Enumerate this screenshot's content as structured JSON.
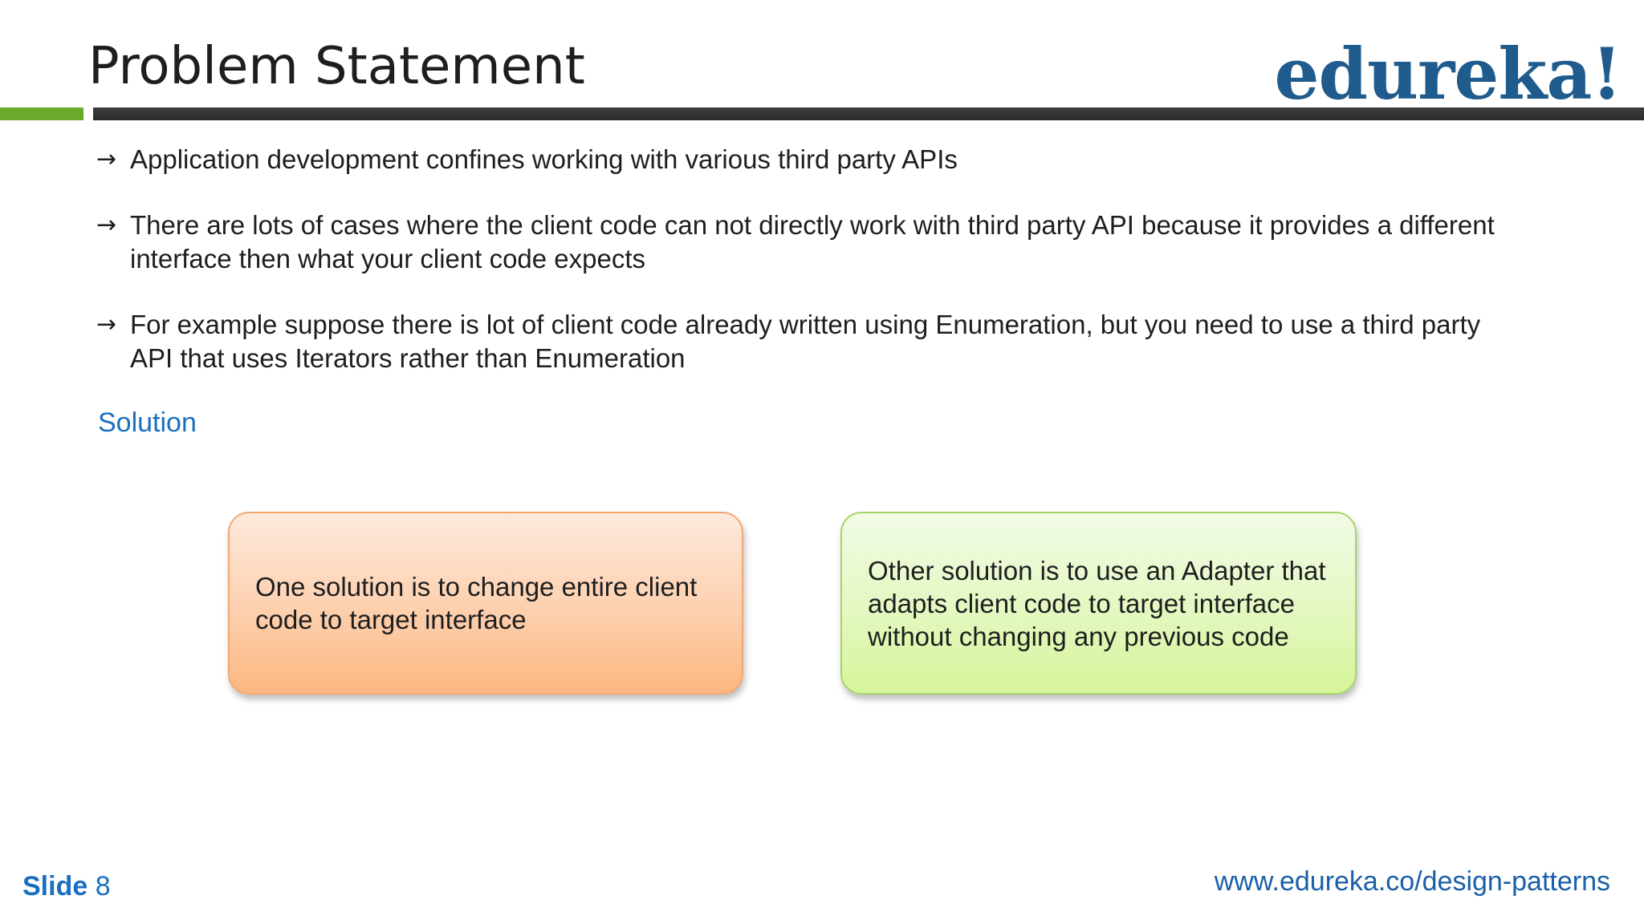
{
  "header": {
    "title": "Problem Statement",
    "logo_text": "edureka!"
  },
  "bullets": [
    {
      "icon": "right-arrow-icon",
      "text": "Application development confines working with various third party APIs"
    },
    {
      "icon": "right-arrow-icon",
      "text": "There are lots of cases where the client code can not directly work with third party API because it provides a different interface then what your client code expects"
    },
    {
      "icon": "right-arrow-icon",
      "text": "For example suppose there is lot of client code already written using Enumeration, but you need to use a third party API that uses Iterators rather than Enumeration"
    }
  ],
  "solution": {
    "heading": "Solution",
    "boxes": [
      {
        "text": "One solution is to change entire client code to target interface",
        "color": "#fbb780"
      },
      {
        "text": "Other solution is to use an Adapter that adapts client code to target interface without changing any previous code",
        "color": "#d6f59a"
      }
    ]
  },
  "footer": {
    "slide_label": "Slide",
    "slide_number": "8",
    "url": "www.edureka.co/design-patterns"
  },
  "colors": {
    "accent_blue": "#1a6fc0",
    "accent_green": "#6aaa2a",
    "dark_bar": "#2f2f2f",
    "logo_blue": "#1f5b8c"
  }
}
